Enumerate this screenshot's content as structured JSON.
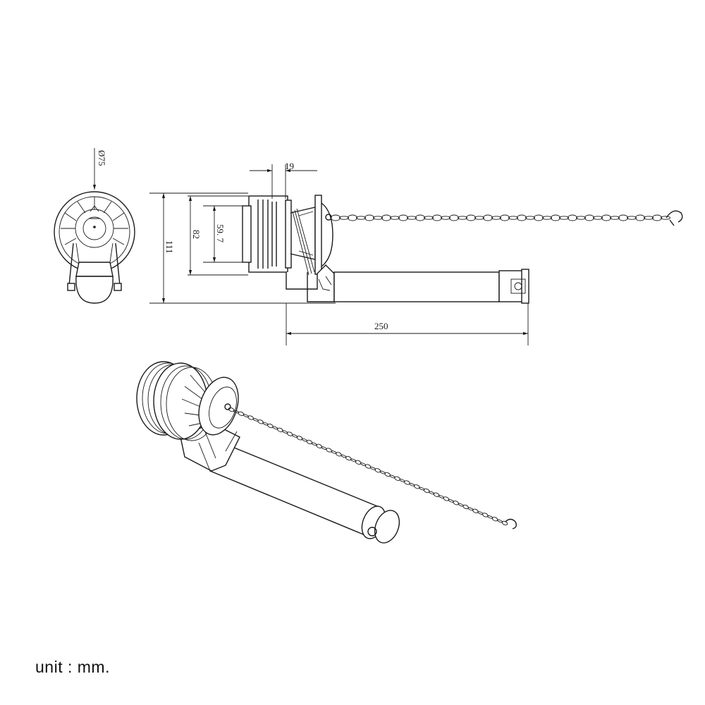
{
  "dimensions": {
    "diameter": "Ø75",
    "width_19": "19",
    "height_111": "111",
    "height_82": "82",
    "diameter_59_7": "59. 7",
    "length_250": "250"
  },
  "unit_label": "unit : mm."
}
